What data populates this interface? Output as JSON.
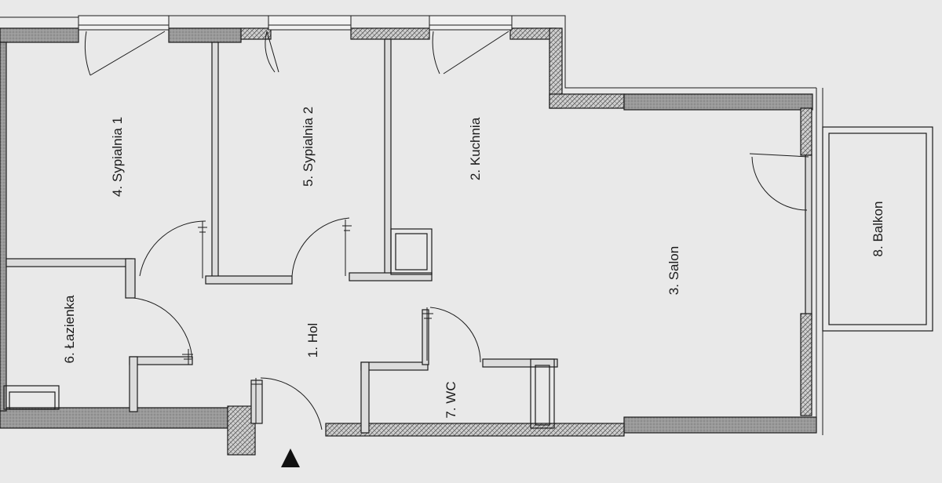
{
  "floor_plan": {
    "rooms": [
      {
        "id": "hol",
        "label": "1. Hol"
      },
      {
        "id": "kuchnia",
        "label": "2. Kuchnia"
      },
      {
        "id": "salon",
        "label": "3. Salon"
      },
      {
        "id": "sypialnia1",
        "label": "4. Sypialnia 1"
      },
      {
        "id": "sypialnia2",
        "label": "5. Sypialnia 2"
      },
      {
        "id": "lazienka",
        "label": "6. Łazienka"
      },
      {
        "id": "wc",
        "label": "7. WC"
      },
      {
        "id": "balkon",
        "label": "8. Balkon"
      }
    ],
    "colors": {
      "paper": "#e9e9e9",
      "ink": "#1b1b1b",
      "wall_fill": "#9a9a9a"
    },
    "icons": {
      "entrance_marker": "entrance-arrow-icon",
      "doors": "door-swing-icon",
      "windows": "window-icon"
    }
  }
}
